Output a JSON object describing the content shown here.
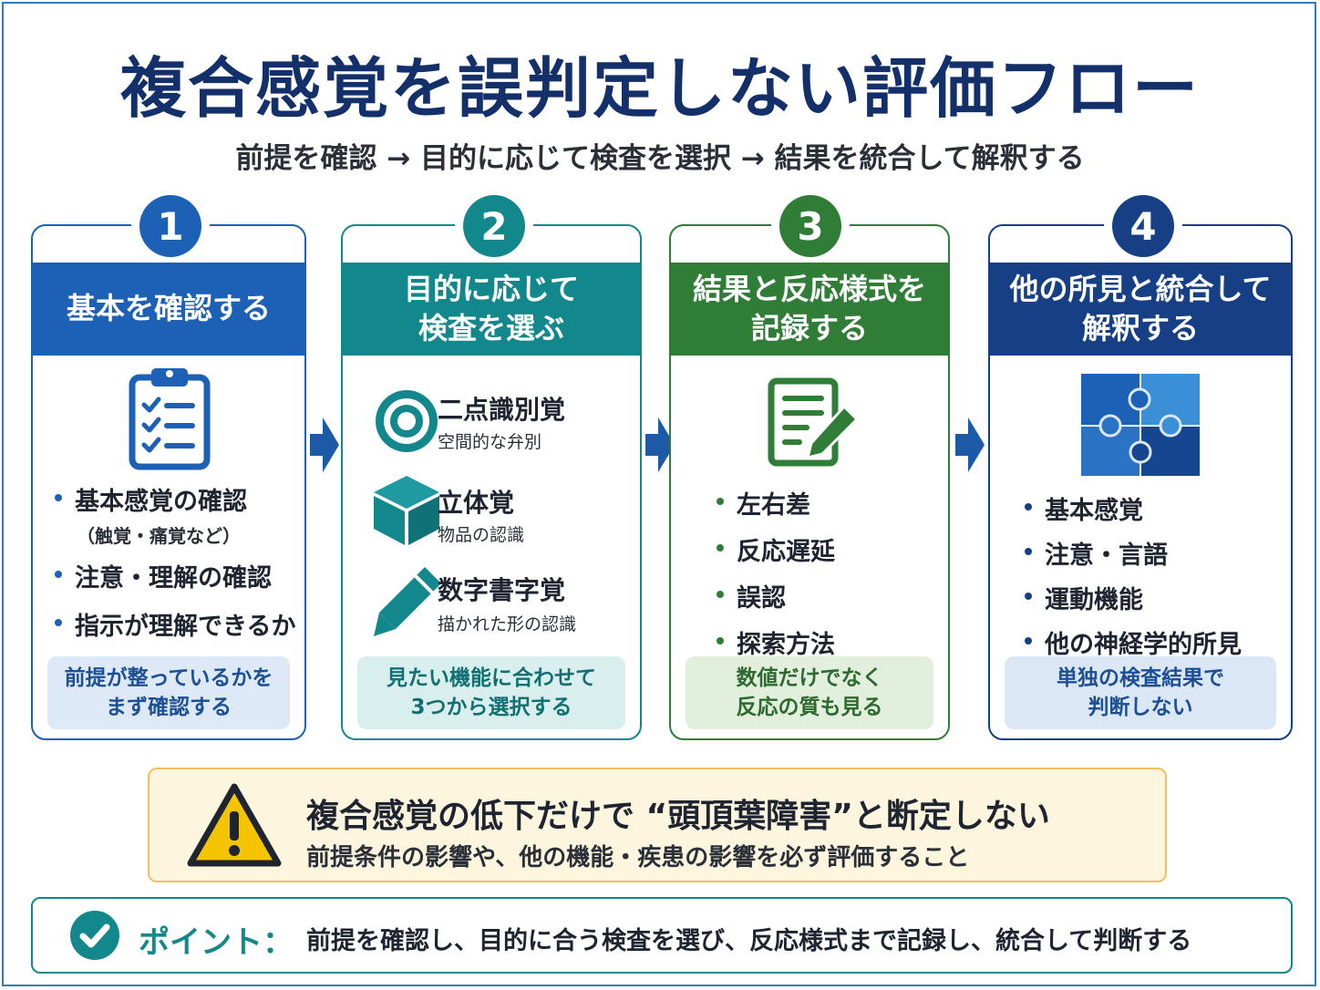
{
  "title": "複合感覚を誤判定しない評価フロー",
  "subtitle": "前提を確認 → 目的に応じて検査を選択 → 結果を統合して解釈する",
  "steps": [
    {
      "number": "1",
      "heading": "基本を確認する",
      "bullets": [
        "基本感覚の確認",
        "注意・理解の確認",
        "指示が理解できるか"
      ],
      "bullet_sub": "（触覚・痛覚など）",
      "note": "前提が整っているかを\nまず確認する"
    },
    {
      "number": "2",
      "heading": "目的に応じて\n検査を選ぶ",
      "tests": [
        {
          "name": "二点識別覚",
          "desc": "空間的な弁別"
        },
        {
          "name": "立体覚",
          "desc": "物品の認識"
        },
        {
          "name": "数字書字覚",
          "desc": "描かれた形の認識"
        }
      ],
      "note": "見たい機能に合わせて\n3つから選択する"
    },
    {
      "number": "3",
      "heading": "結果と反応様式を\n記録する",
      "bullets": [
        "左右差",
        "反応遅延",
        "誤認",
        "探索方法"
      ],
      "note": "数値だけでなく\n反応の質も見る"
    },
    {
      "number": "4",
      "heading": "他の所見と統合して\n解釈する",
      "bullets": [
        "基本感覚",
        "注意・言語",
        "運動機能",
        "他の神経学的所見"
      ],
      "note": "単独の検査結果で\n判断しない"
    }
  ],
  "warning": {
    "title": "複合感覚の低下だけで “頭頂葉障害”と断定しない",
    "text": "前提条件の影響や、他の機能・疾患の影響を必ず評価すること"
  },
  "point": {
    "label": "ポイント：",
    "text": "前提を確認し、目的に合う検査を選び、反応様式まで記録し、統合して判断する"
  },
  "colors": {
    "step1": "#1c61b6",
    "step2": "#13888c",
    "step3": "#2f7d36",
    "step4": "#163f85",
    "title": "#14306a",
    "warning_bg": "#fdf5de",
    "warning_icon": "#f5c400"
  },
  "icons": {
    "step1": "clipboard-checklist-icon",
    "step2_tests": [
      "target-icon",
      "cube-icon",
      "pencil-icon"
    ],
    "step3": "document-edit-icon",
    "step4": "puzzle-icon",
    "warning": "warning-triangle-icon",
    "point": "check-circle-icon",
    "flow": "arrow-right-icon"
  }
}
